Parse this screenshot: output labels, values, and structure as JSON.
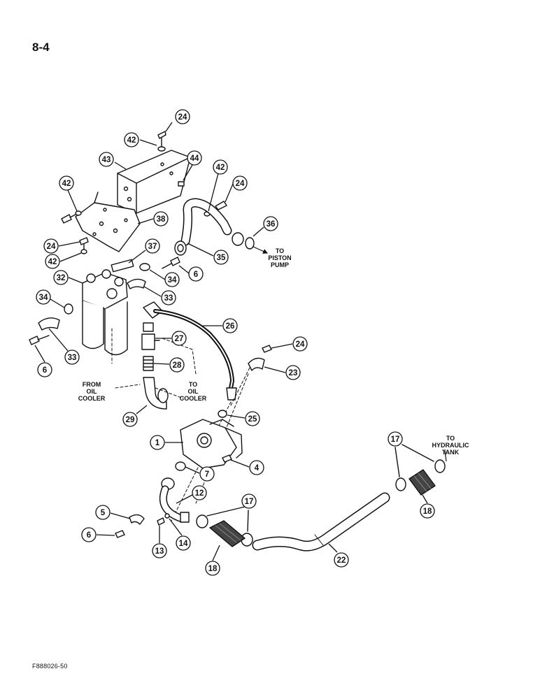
{
  "page": {
    "number": "8-4",
    "figure_code": "F888026-50"
  },
  "labels": {
    "to_piston_pump": [
      "TO",
      "PISTON",
      "PUMP"
    ],
    "from_oil_cooler": [
      "FROM",
      "OIL",
      "COOLER"
    ],
    "to_oil_cooler": [
      "TO",
      "OIL",
      "COOLER"
    ],
    "to_hydraulic_tank": [
      "TO",
      "HYDRAULIC",
      "TANK"
    ]
  },
  "callouts": [
    "24",
    "42",
    "43",
    "44",
    "42",
    "24",
    "42",
    "38",
    "24",
    "42",
    "36",
    "37",
    "35",
    "6",
    "34",
    "32",
    "33",
    "34",
    "26",
    "27",
    "24",
    "6",
    "33",
    "28",
    "23",
    "25",
    "29",
    "1",
    "4",
    "7",
    "17",
    "12",
    "5",
    "17",
    "6",
    "14",
    "13",
    "18",
    "18",
    "22"
  ],
  "colors": {
    "ink": "#111111",
    "paper": "#ffffff"
  }
}
